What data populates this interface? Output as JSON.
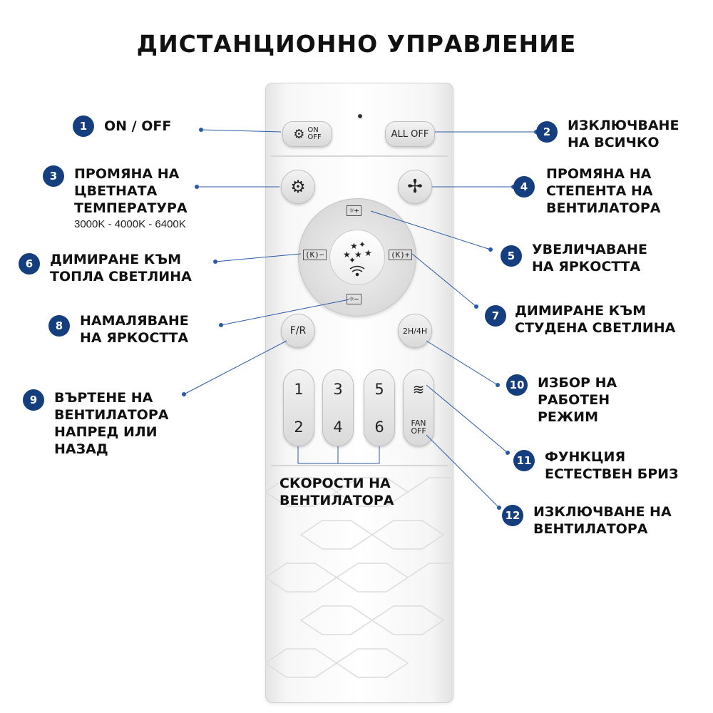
{
  "title": "ДИСТАНЦИОННО УПРАВЛЕНИЕ",
  "buttons": {
    "on_off_top": "ON",
    "on_off_bottom": "OFF",
    "all_off": "ALL OFF",
    "fr": "F/R",
    "timer": "2H/4H",
    "speeds": [
      "1",
      "2",
      "3",
      "4",
      "5",
      "6"
    ],
    "fan_off_top": "FAN",
    "fan_off_bottom": "OFF",
    "bright_plus": "☼+",
    "bright_minus": "☼−",
    "warm": "(K)−",
    "cold": "(K)+"
  },
  "callouts": [
    {
      "num": "1",
      "lines": [
        "ON / OFF"
      ]
    },
    {
      "num": "2",
      "lines": [
        "ИЗКЛЮЧВАНЕ",
        "НА ВСИЧКО"
      ]
    },
    {
      "num": "3",
      "lines": [
        "ПРОМЯНА НА",
        "ЦВЕТНАТА",
        "ТЕМПЕРАТУРА"
      ],
      "sub": "3000K - 4000K - 6400K"
    },
    {
      "num": "4",
      "lines": [
        "ПРОМЯНА НА",
        "СТЕПЕНТА НА",
        "ВЕНТИЛАТОРА"
      ]
    },
    {
      "num": "5",
      "lines": [
        "УВЕЛИЧАВАНЕ",
        "НА ЯРКОСТТА"
      ]
    },
    {
      "num": "6",
      "lines": [
        "ДИМИРАНЕ КЪМ",
        "ТОПЛА СВЕТЛИНА"
      ]
    },
    {
      "num": "7",
      "lines": [
        "ДИМИРАНЕ КЪМ",
        "СТУДЕНА СВЕТЛИНА"
      ]
    },
    {
      "num": "8",
      "lines": [
        "НАМАЛЯВАНЕ",
        "НА ЯРКОСТТА"
      ]
    },
    {
      "num": "9",
      "lines": [
        "ВЪРТЕНЕ НА",
        "ВЕНТИЛАТОРА",
        "НАПРЕД ИЛИ",
        "НАЗАД"
      ]
    },
    {
      "num": "10",
      "lines": [
        "ИЗБОР НА",
        "РАБОТЕН",
        "РЕЖИМ"
      ]
    },
    {
      "num": "11",
      "lines": [
        "ФУНКЦИЯ",
        "ЕСТЕСТВЕН БРИЗ"
      ]
    },
    {
      "num": "12",
      "lines": [
        "ИЗКЛЮЧВАНЕ НА",
        "ВЕНТИЛАТОРА"
      ]
    }
  ],
  "speeds_label": [
    "СКОРОСТИ НА",
    "ВЕНТИЛАТОРА"
  ],
  "colors": {
    "badge": "#143e7d",
    "leader_line": "#2a5aa6"
  },
  "icons": [
    "gear-icon",
    "fan-icon",
    "star-icon",
    "wifi-icon",
    "wave-icon",
    "brightness-icon"
  ]
}
